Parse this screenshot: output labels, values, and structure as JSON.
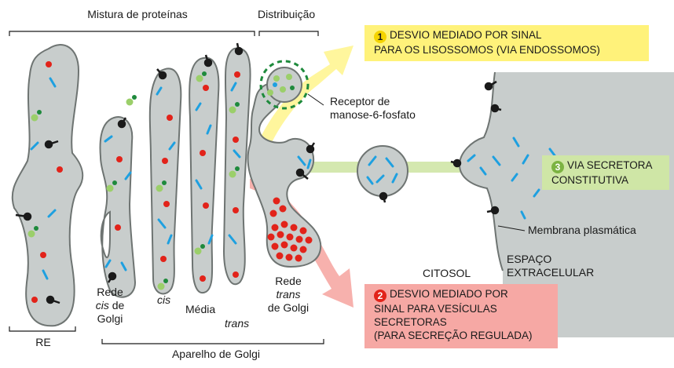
{
  "labels": {
    "mixture": "Mistura de proteínas",
    "sorting": "Distribuição",
    "receptor_line1": "Receptor de",
    "receptor_line2": "manose-6-fosfato",
    "membrane": "Membrana plasmática",
    "cytosol": "CITOSOL",
    "extracellular_line1": "ESPAÇO",
    "extracellular_line2": "EXTRACELULAR",
    "er": "RE",
    "golgi_apparatus": "Aparelho de Golgi",
    "cis_rede": "Rede",
    "cis_cis": "cis",
    "cis_de": "de",
    "cis_golgi": "Golgi",
    "cis_cisterna": "cis",
    "medial": "Média",
    "trans_cisterna": "trans",
    "trans_rede": "Rede",
    "trans_trans": "trans",
    "trans_golgi": "de Golgi"
  },
  "pathways": [
    {
      "number": "1",
      "line1": "DESVIO MEDIADO POR SINAL",
      "line2": "PARA OS LISOSSOMOS (VIA ENDOSSOMOS)",
      "color": "#fff27a",
      "badge": "#f5d400"
    },
    {
      "number": "2",
      "line1": "DESVIO MEDIADO POR",
      "line2": "SINAL PARA VESÍCULAS",
      "line3": "SECRETORAS",
      "line4": "(PARA SECREÇÃO REGULADA)",
      "color": "#f6a8a4",
      "badge": "#e2231a"
    },
    {
      "number": "3",
      "line1": "VIA SECRETORA",
      "line2": "CONSTITUTIVA",
      "color": "#cfe6a6",
      "badge": "#7cb342"
    }
  ],
  "colors": {
    "organelle_fill": "#c8cdcc",
    "organelle_stroke": "#6e7472",
    "red_protein": "#e2231a",
    "blue_protein": "#1ea0e0",
    "green_protein": "#9bcf6a",
    "dark_green": "#1e8a3c",
    "receptor": "#1a1a1a"
  }
}
